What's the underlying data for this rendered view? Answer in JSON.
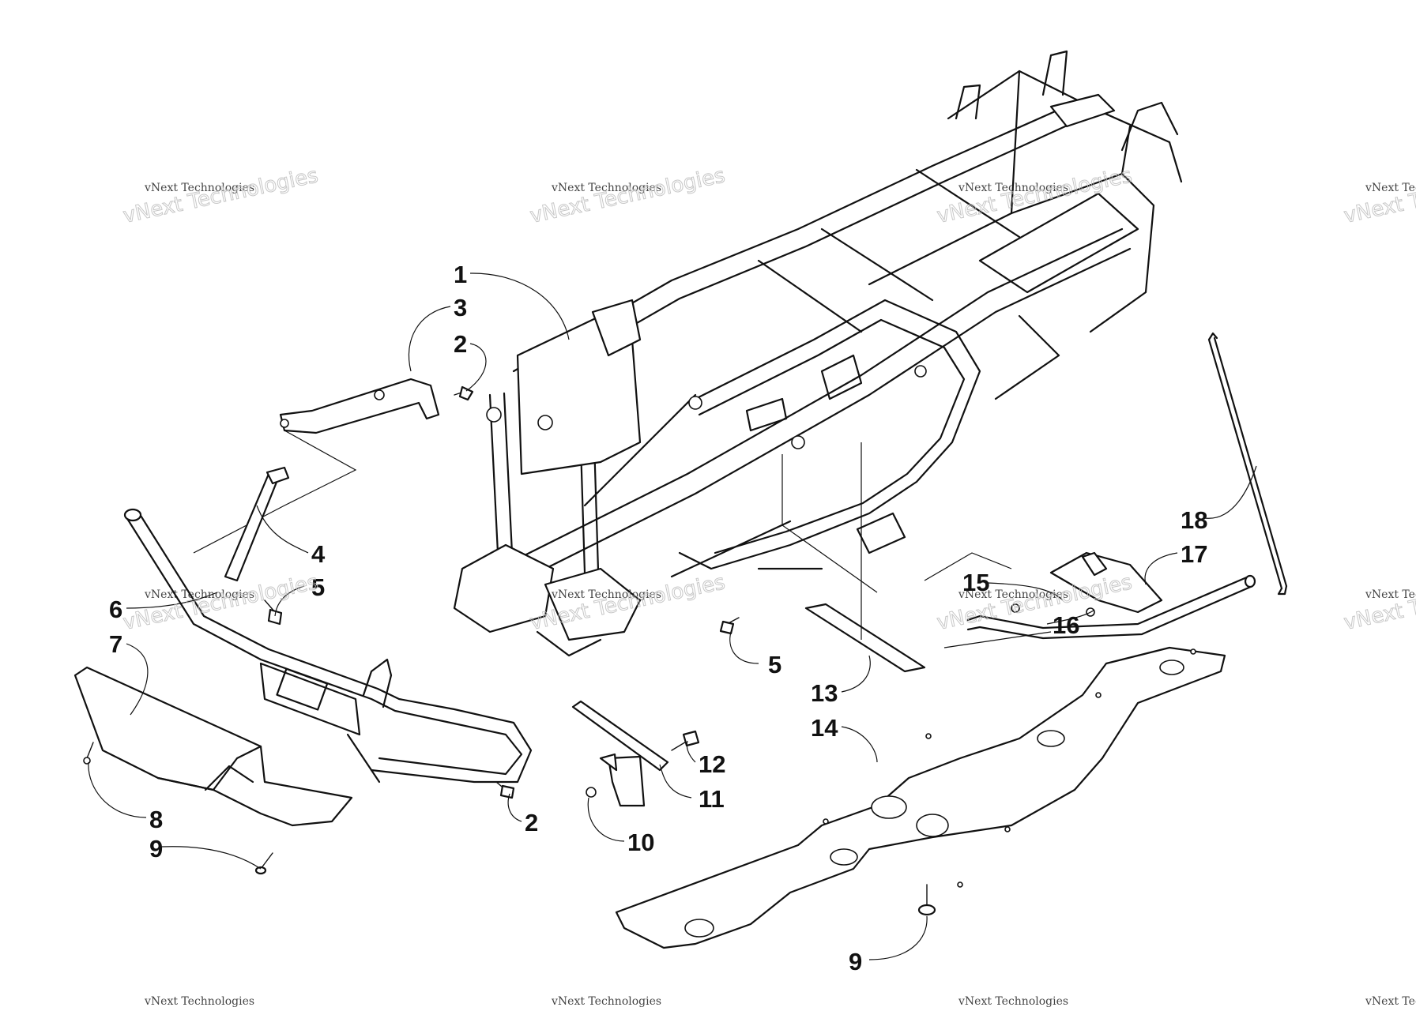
{
  "diagram": {
    "callouts": [
      {
        "id": "c1",
        "label": "1"
      },
      {
        "id": "c3",
        "label": "3"
      },
      {
        "id": "c2a",
        "label": "2"
      },
      {
        "id": "c4",
        "label": "4"
      },
      {
        "id": "c5a",
        "label": "5"
      },
      {
        "id": "c6",
        "label": "6"
      },
      {
        "id": "c7",
        "label": "7"
      },
      {
        "id": "c8",
        "label": "8"
      },
      {
        "id": "c9a",
        "label": "9"
      },
      {
        "id": "c2b",
        "label": "2"
      },
      {
        "id": "c5b",
        "label": "5"
      },
      {
        "id": "c10",
        "label": "10"
      },
      {
        "id": "c11",
        "label": "11"
      },
      {
        "id": "c12",
        "label": "12"
      },
      {
        "id": "c13",
        "label": "13"
      },
      {
        "id": "c14",
        "label": "14"
      },
      {
        "id": "c9b",
        "label": "9"
      },
      {
        "id": "c15",
        "label": "15"
      },
      {
        "id": "c16",
        "label": "16"
      },
      {
        "id": "c17",
        "label": "17"
      },
      {
        "id": "c18",
        "label": "18"
      }
    ],
    "watermark": {
      "line1": "vNext Technologies",
      "line2": "vNext Technologies"
    }
  }
}
